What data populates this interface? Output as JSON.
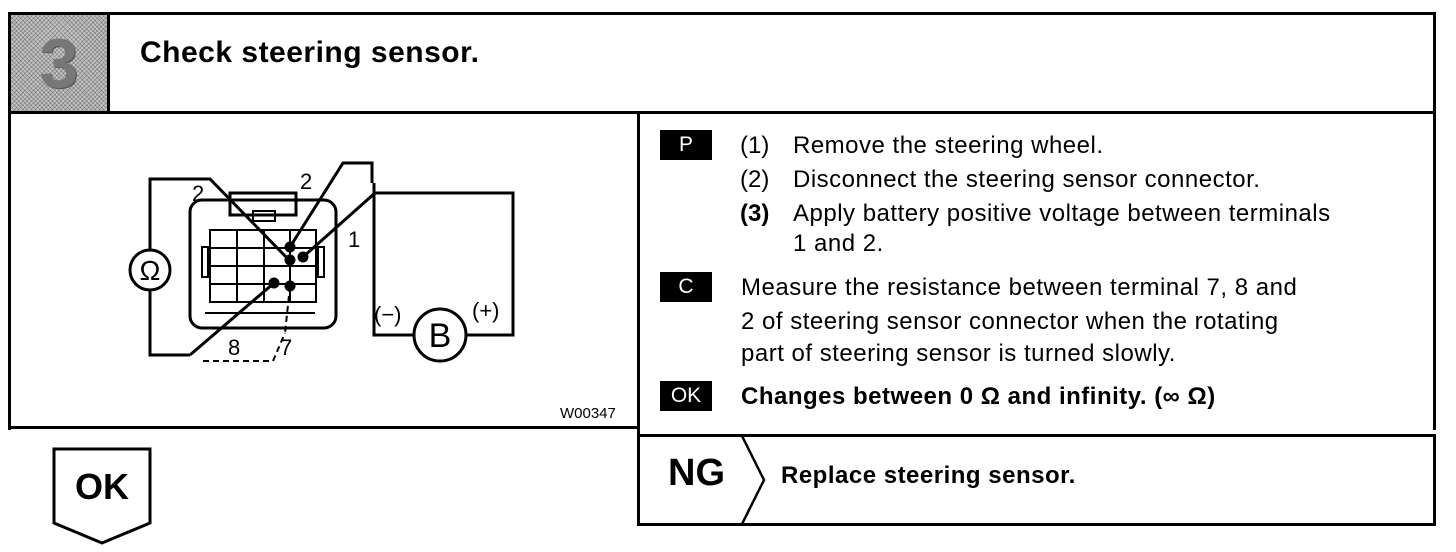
{
  "step": {
    "number": "3",
    "title": "Check steering sensor."
  },
  "figure": {
    "id": "W00347",
    "ohmmeter_symbol": "Ω",
    "battery_symbol": "B",
    "minus": "(−)",
    "plus": "(+)",
    "terminal_labels": [
      "2",
      "2",
      "1",
      "8",
      "7"
    ]
  },
  "prep": {
    "badge": "P",
    "steps": [
      {
        "num": "(1)",
        "text": "Remove the steering wheel."
      },
      {
        "num": "(2)",
        "text": "Disconnect the steering sensor connector."
      },
      {
        "num": "(3)",
        "text": "Apply battery positive voltage between terminals",
        "text2": "1 and 2."
      }
    ]
  },
  "check": {
    "badge": "C",
    "lines": [
      "Measure the resistance between terminal 7, 8 and",
      "2 of steering sensor connector when the rotating",
      "part of steering sensor is turned slowly."
    ]
  },
  "ok_spec": {
    "badge": "OK",
    "text": "Changes between 0 Ω and infinity. (∞ Ω)"
  },
  "ng": {
    "label": "NG",
    "action": "Replace steering sensor."
  },
  "ok": {
    "label": "OK"
  }
}
